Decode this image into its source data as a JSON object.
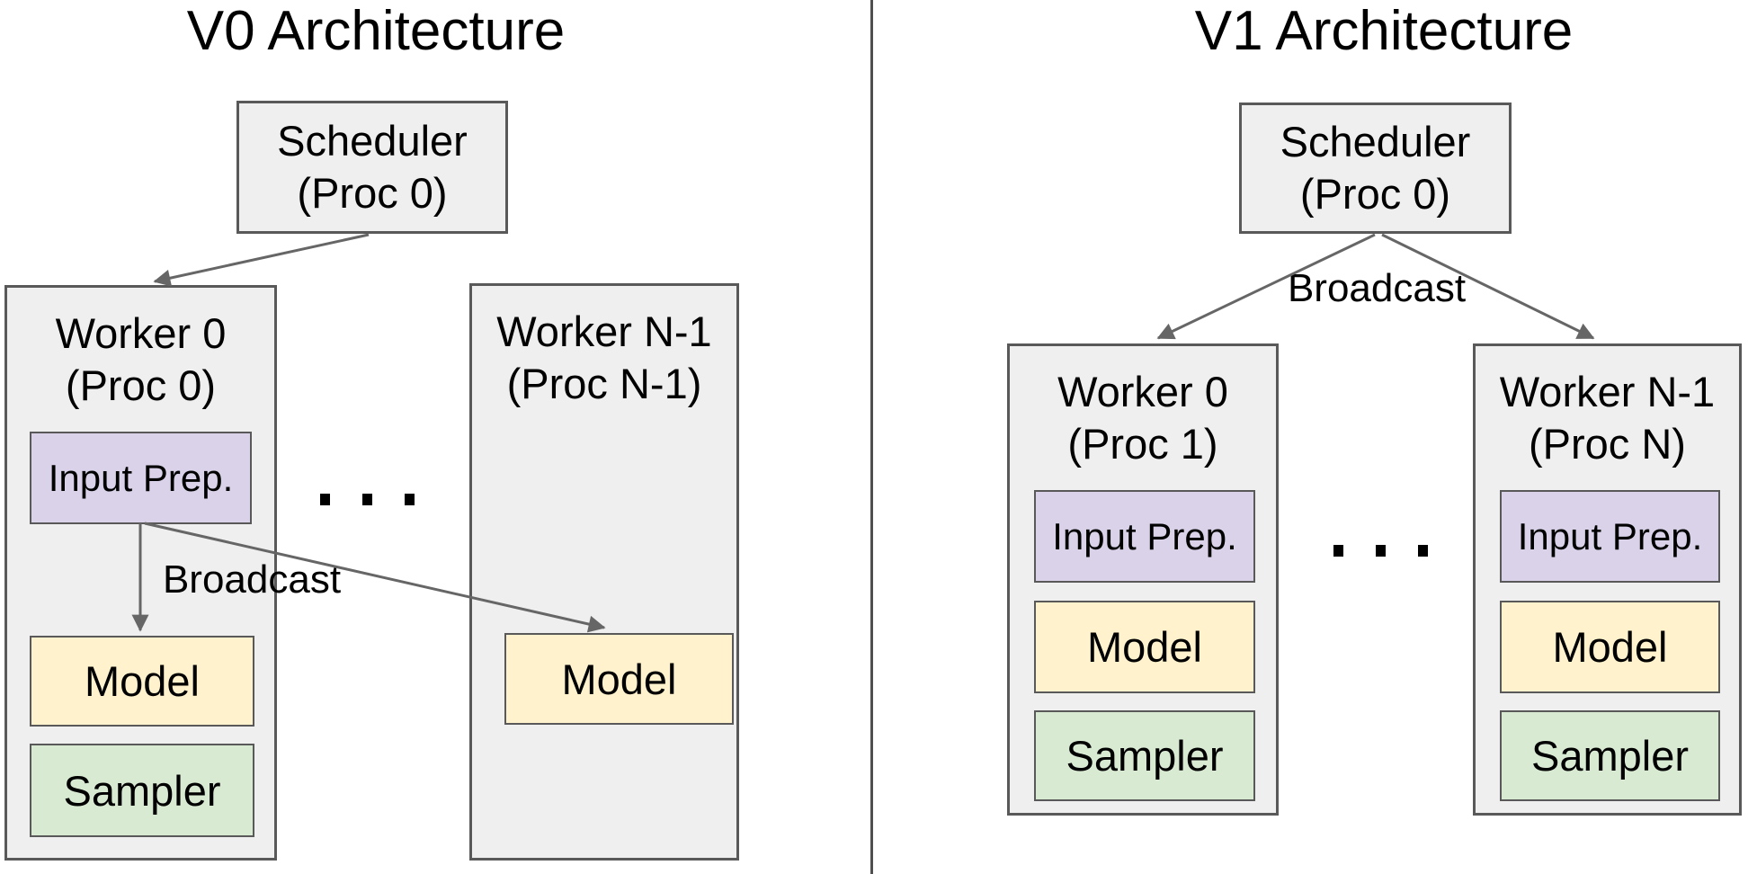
{
  "v0": {
    "title": "V0 Architecture",
    "scheduler": {
      "line1": "Scheduler",
      "line2": "(Proc 0)"
    },
    "broadcast": "Broadcast",
    "worker0": {
      "line1": "Worker 0",
      "line2": "(Proc 0)",
      "blocks": {
        "input_prep": "Input Prep.",
        "model": "Model",
        "sampler": "Sampler"
      }
    },
    "workerN": {
      "line1": "Worker N-1",
      "line2": "(Proc N-1)",
      "blocks": {
        "model": "Model"
      }
    },
    "ellipsis": ". . ."
  },
  "v1": {
    "title": "V1 Architecture",
    "scheduler": {
      "line1": "Scheduler",
      "line2": "(Proc 0)"
    },
    "broadcast": "Broadcast",
    "worker0": {
      "line1": "Worker 0",
      "line2": "(Proc 1)",
      "blocks": {
        "input_prep": "Input Prep.",
        "model": "Model",
        "sampler": "Sampler"
      }
    },
    "workerN": {
      "line1": "Worker N-1",
      "line2": "(Proc N)",
      "blocks": {
        "input_prep": "Input Prep.",
        "model": "Model",
        "sampler": "Sampler"
      }
    },
    "ellipsis": ". . ."
  },
  "colors": {
    "background": "#ffffff",
    "container_fill": "#efefef",
    "container_border": "#595959",
    "input_prep_fill": "#d9d2e9",
    "model_fill": "#fff2cc",
    "sampler_fill": "#d9ead3",
    "arrow": "#666666",
    "divider": "#4f4f4f",
    "text": "#000000"
  }
}
